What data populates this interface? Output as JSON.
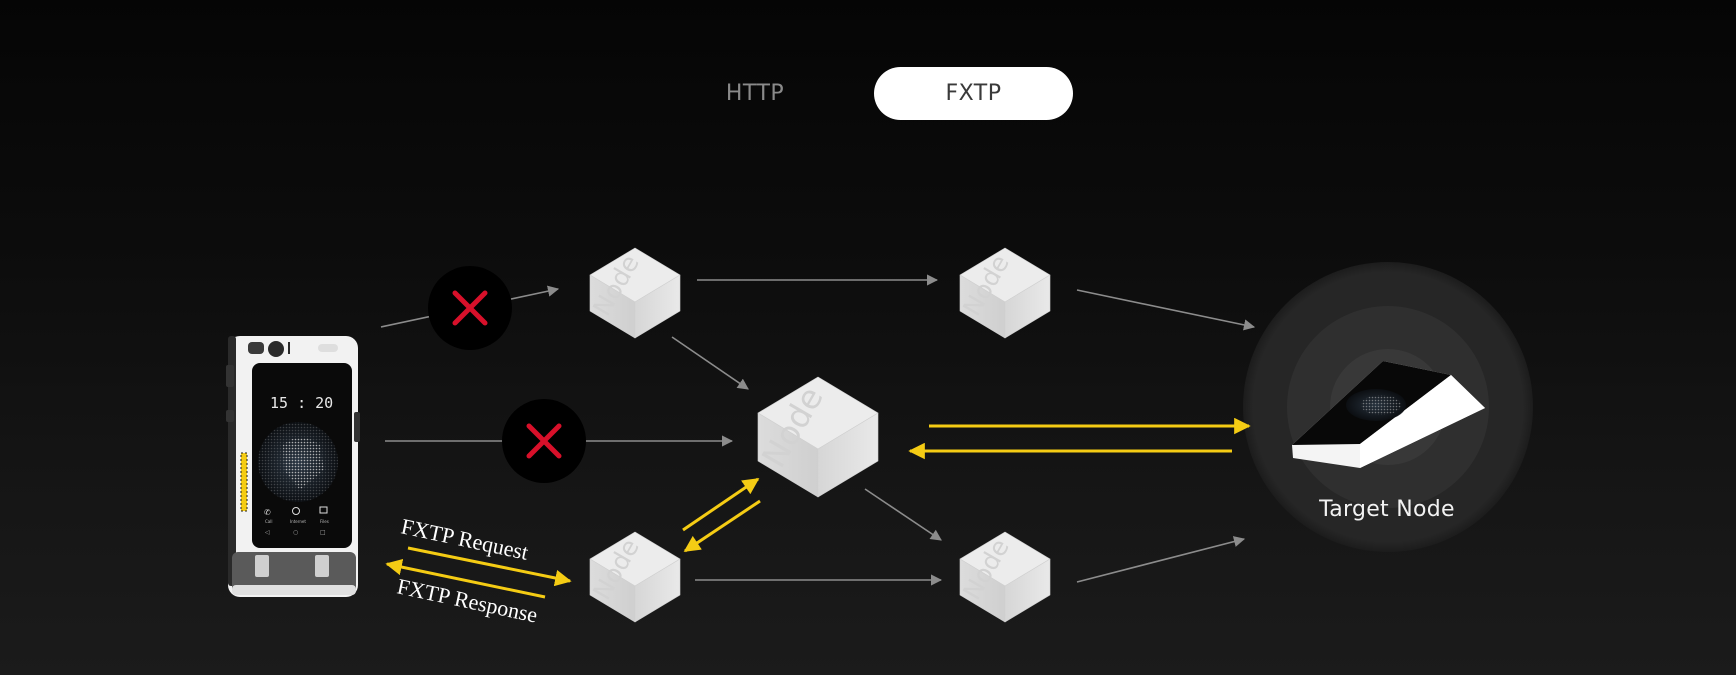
{
  "protocol_toggle": {
    "options": [
      "HTTP",
      "FXTP"
    ],
    "selected": "FXTP"
  },
  "colors": {
    "accent_yellow": "#f5cc14",
    "blocked_red": "#d8102a",
    "path_gray": "#8c8c8c",
    "node_cube": "#e6e6e6"
  },
  "diagram": {
    "client_device": {
      "type": "rugged-phone",
      "screen_time": "15 : 20",
      "dock_labels": [
        "Call",
        "Internet",
        "Files"
      ]
    },
    "node_label": "Node",
    "nodes": [
      {
        "id": "node-top-left",
        "label": "Node"
      },
      {
        "id": "node-top-right",
        "label": "Node"
      },
      {
        "id": "node-center",
        "label": "Node"
      },
      {
        "id": "node-bottom-left",
        "label": "Node"
      },
      {
        "id": "node-bottom-right",
        "label": "Node"
      }
    ],
    "blocked_paths": [
      {
        "id": "blocked-top",
        "icon": "x-icon"
      },
      {
        "id": "blocked-middle",
        "icon": "x-icon"
      }
    ],
    "request_label": "FXTP Request",
    "response_label": "FXTP Response",
    "target_node_label": "Target Node"
  }
}
